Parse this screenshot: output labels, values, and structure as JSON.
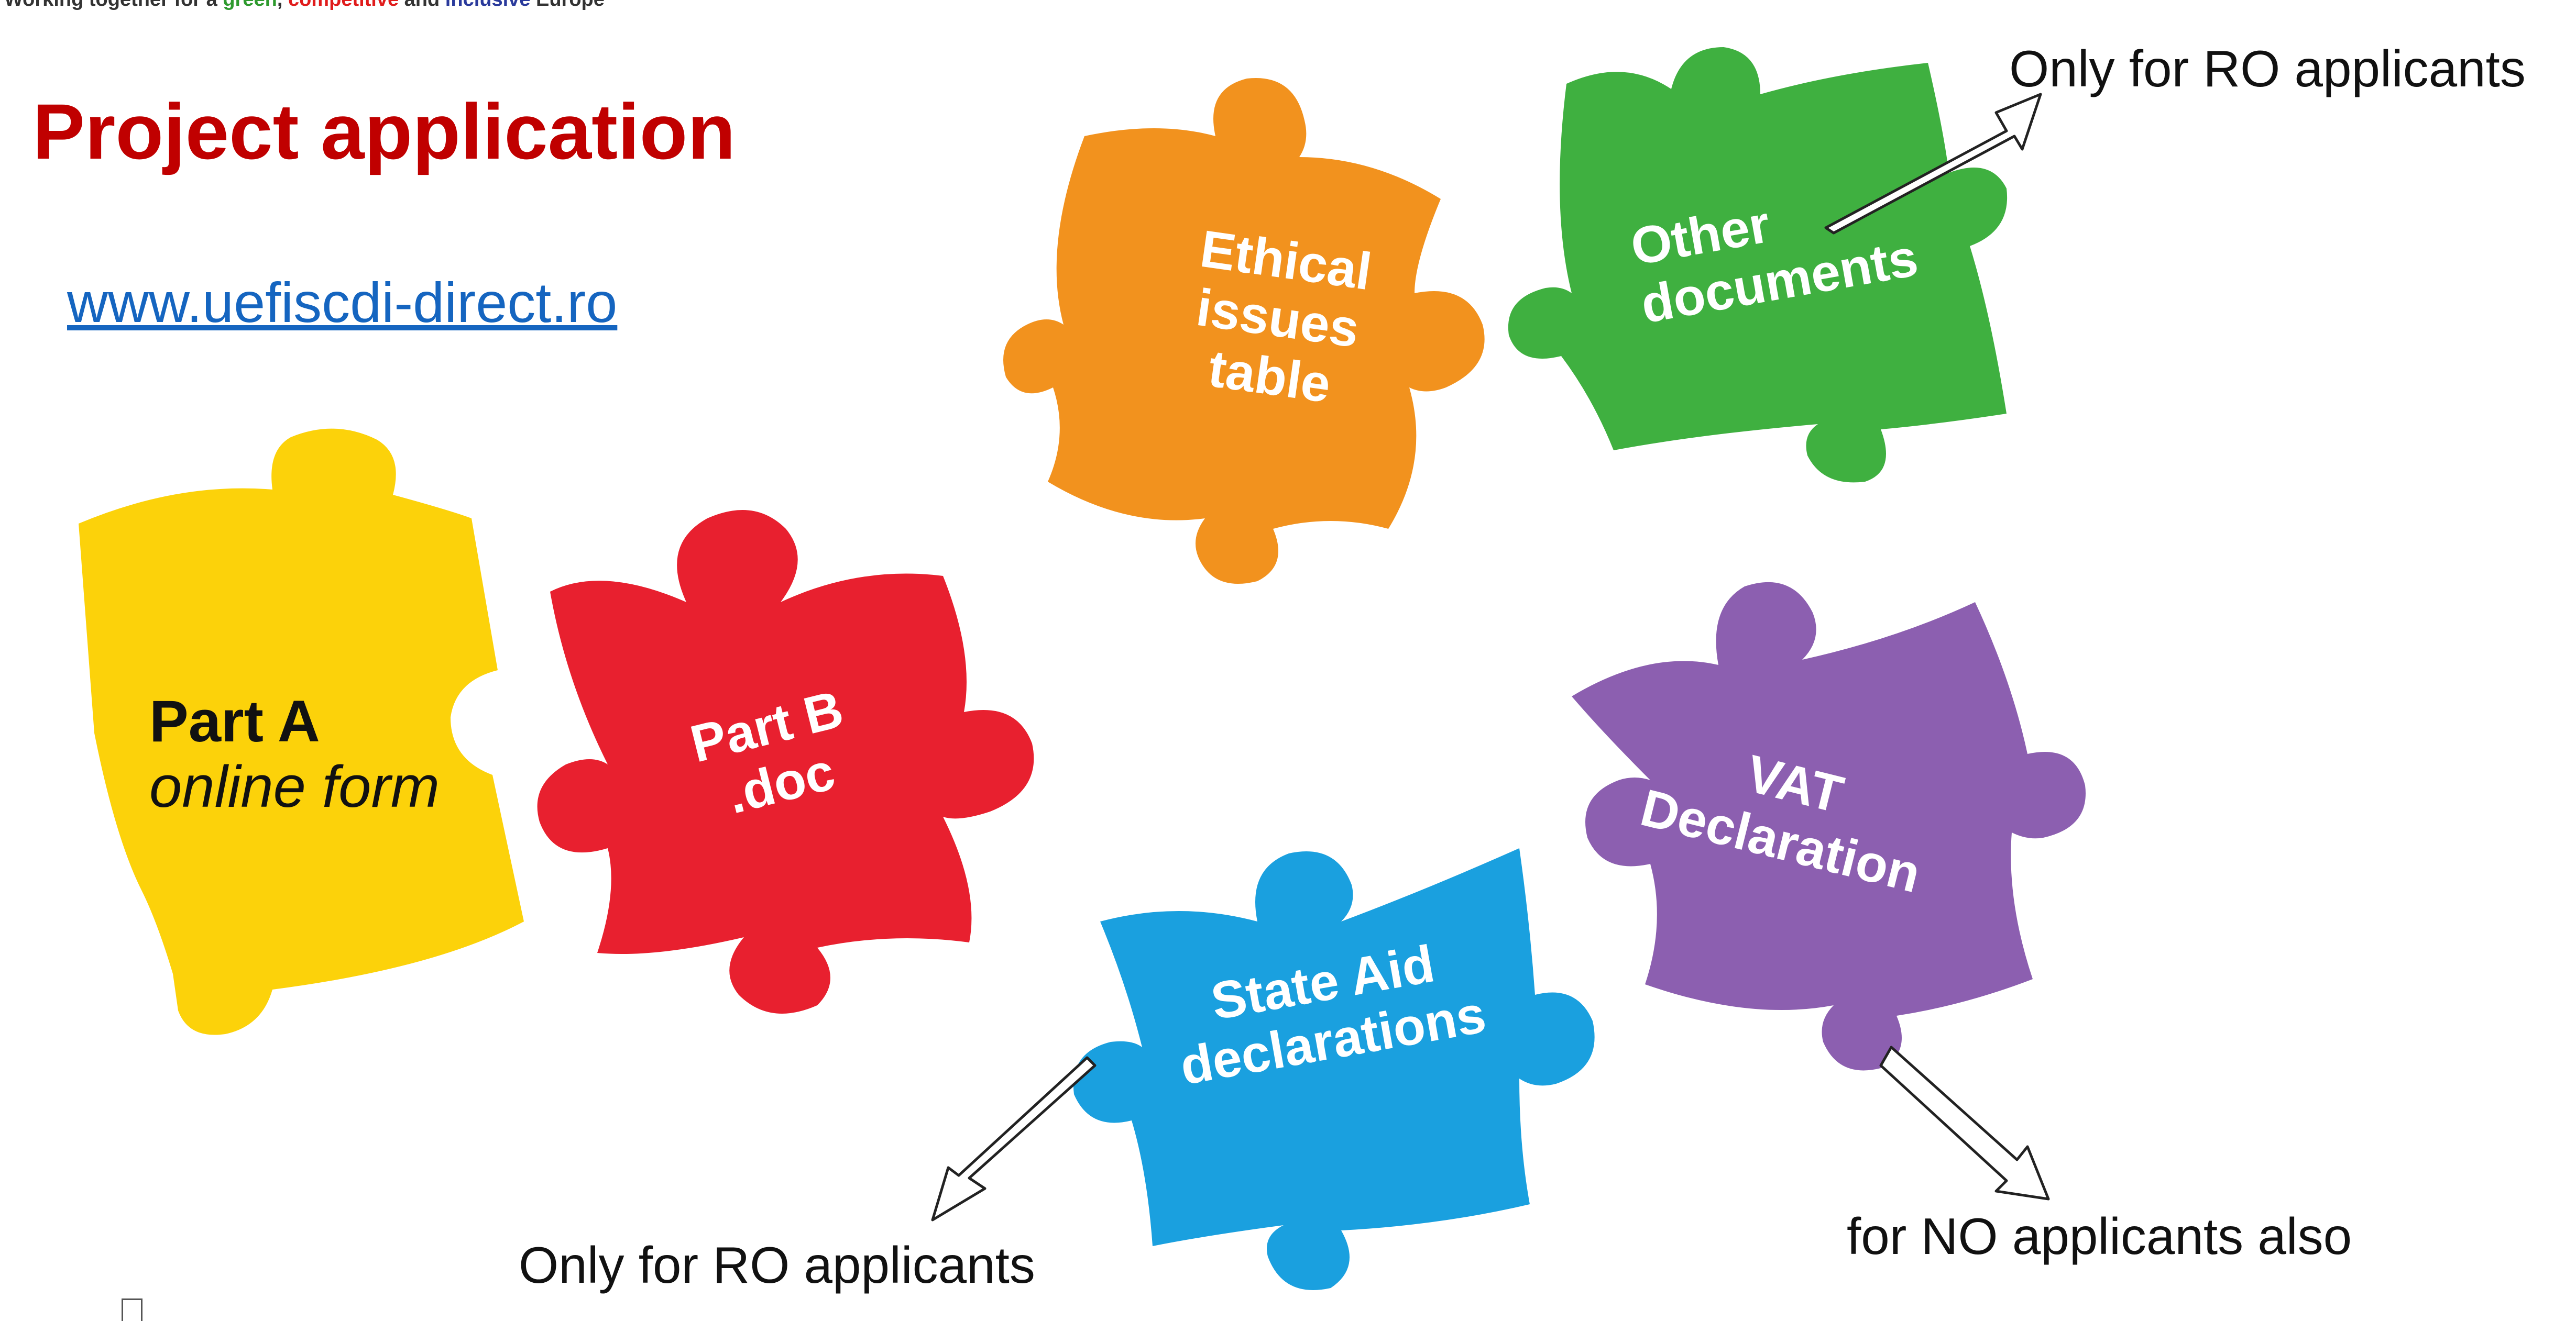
{
  "header": {
    "tagline_part1": "Working together for a ",
    "tagline_green": "green",
    "tagline_sep": ", ",
    "tagline_competitive": "competitive",
    "tagline_and": " and ",
    "tagline_inclusive": "inclusive",
    "tagline_end": " Europe"
  },
  "title": "Project application",
  "link": "www.uefiscdi-direct.ro",
  "pieces": {
    "part_a": {
      "line1": "Part A",
      "line2": "online form",
      "color": "#fcd20a"
    },
    "part_b": {
      "line1": "Part B",
      "line2": ".doc",
      "color": "#e8202f"
    },
    "ethical": {
      "line1": "Ethical",
      "line2": "issues",
      "line3": "table",
      "color": "#f2921e"
    },
    "other": {
      "line1": "Other",
      "line2": "documents",
      "color": "#3fb040"
    },
    "state_aid": {
      "line1": "State Aid",
      "line2": "declarations",
      "color": "#1aa0df"
    },
    "vat": {
      "line1": "VAT",
      "line2": "Declaration",
      "color": "#8c5fb0"
    }
  },
  "notes": {
    "top_right": "Only for RO applicants",
    "bottom_left": "Only for RO applicants",
    "bottom_right": "for NO applicants also"
  }
}
